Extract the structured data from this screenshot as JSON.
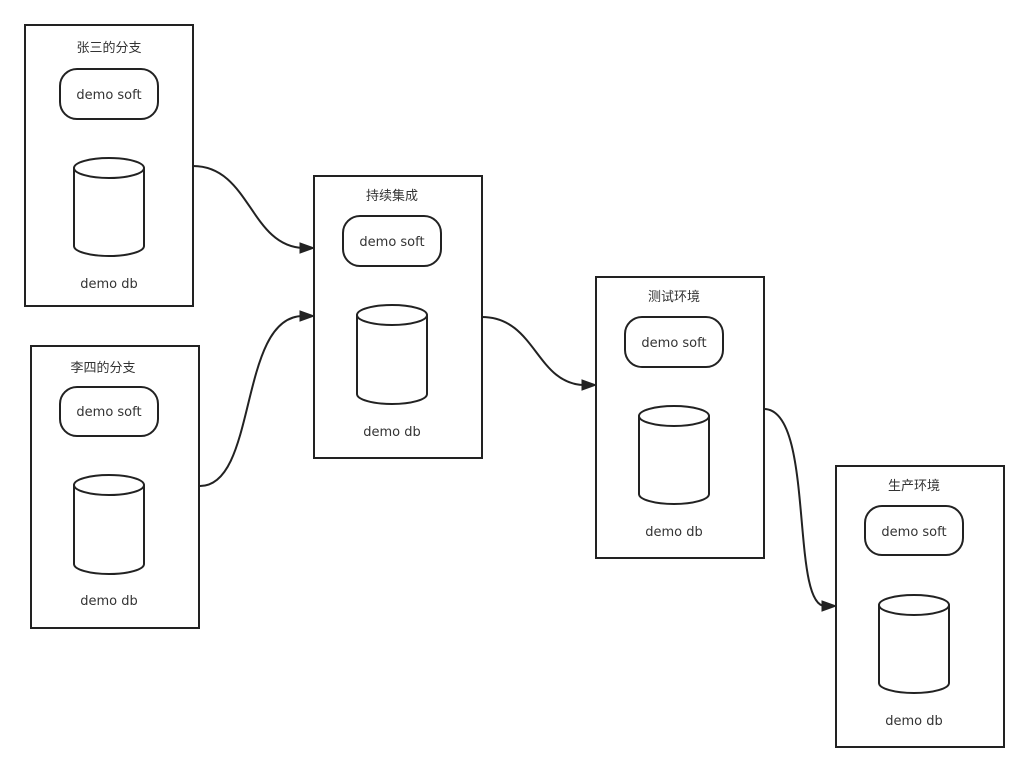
{
  "nodes": [
    {
      "id": "zhangsan",
      "title": "张三的分支",
      "soft": "demo soft",
      "db": "demo db"
    },
    {
      "id": "lisi",
      "title": "李四的分支",
      "soft": "demo soft",
      "db": "demo db"
    },
    {
      "id": "ci",
      "title": "持续集成",
      "soft": "demo soft",
      "db": "demo db"
    },
    {
      "id": "test",
      "title": "测试环境",
      "soft": "demo soft",
      "db": "demo db"
    },
    {
      "id": "prod",
      "title": "生产环境",
      "soft": "demo soft",
      "db": "demo db"
    }
  ],
  "edges": [
    {
      "from": "zhangsan",
      "to": "ci"
    },
    {
      "from": "lisi",
      "to": "ci"
    },
    {
      "from": "ci",
      "to": "test"
    },
    {
      "from": "test",
      "to": "prod"
    }
  ]
}
